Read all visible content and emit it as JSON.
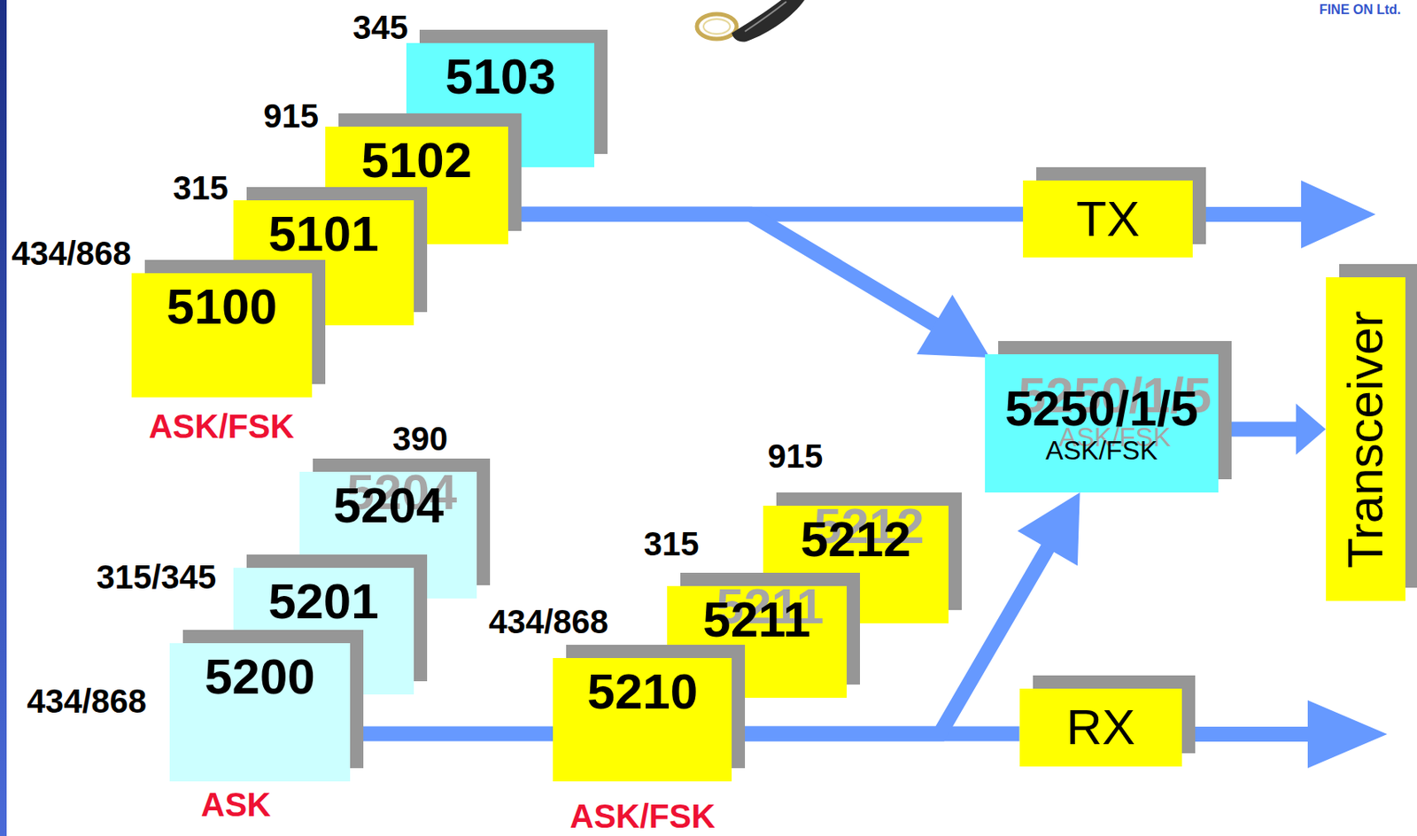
{
  "diagram": {
    "nodes": [
      {
        "text": [
          "345",
          "5103"
        ]
      },
      {
        "text": [
          "915",
          "5102"
        ]
      },
      {
        "text": [
          "315",
          "5101"
        ]
      },
      {
        "text": [
          "434/868",
          "5100"
        ]
      },
      {
        "text": [
          "TX"
        ]
      },
      {
        "text": [
          "5250/1/5",
          "ASK/FSK"
        ]
      },
      {
        "text": [
          "Transceiver"
        ]
      },
      {
        "text": [
          "390",
          "5204"
        ]
      },
      {
        "text": [
          "315/345",
          "5201"
        ]
      },
      {
        "text": [
          "434/868",
          "5200"
        ]
      },
      {
        "text": [
          "915",
          "5212"
        ]
      },
      {
        "text": [
          "315",
          "5211"
        ]
      },
      {
        "text": [
          "434/868",
          "5210"
        ]
      },
      {
        "text": [
          "RX"
        ]
      }
    ],
    "edges": [
      {
        "from": 1,
        "to": 4,
        "arrow": "none"
      },
      {
        "from": 1,
        "to": 5,
        "arrow": "to"
      },
      {
        "from": 5,
        "to": 6,
        "arrow": "to"
      },
      {
        "from": 9,
        "to": 12,
        "arrow": "none"
      },
      {
        "from": 12,
        "to": 13,
        "arrow": "none"
      },
      {
        "from": 12,
        "to": 5,
        "arrow": "to"
      }
    ],
    "labels": [
      "FINE ON Ltd.",
      "ASK/FSK",
      "ASK",
      "ASK/FSK"
    ]
  }
}
